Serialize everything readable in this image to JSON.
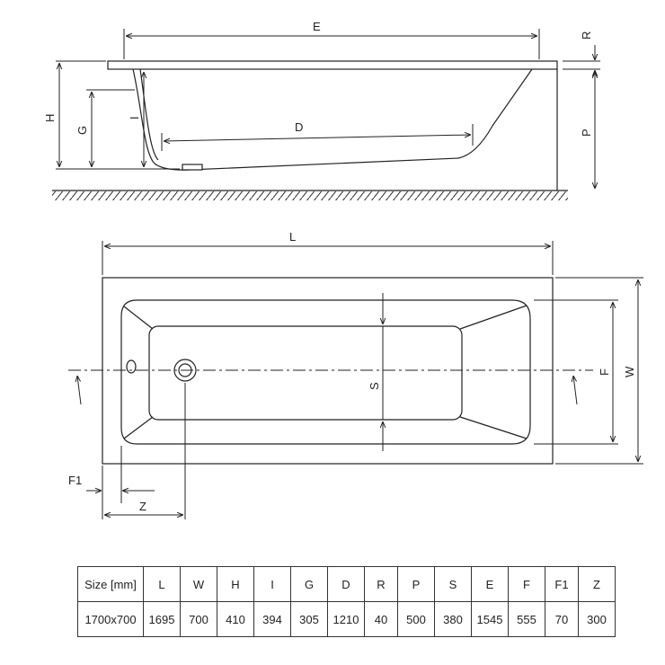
{
  "labels": {
    "E": "E",
    "R": "R",
    "H": "H",
    "G": "G",
    "I": "I",
    "D": "D",
    "P": "P",
    "L": "L",
    "S": "S",
    "F": "F",
    "W": "W",
    "F1": "F1",
    "Z": "Z"
  },
  "table": {
    "headers": [
      "Size [mm]",
      "L",
      "W",
      "H",
      "I",
      "G",
      "D",
      "R",
      "P",
      "S",
      "E",
      "F",
      "F1",
      "Z"
    ],
    "values": [
      "1700x700",
      "1695",
      "700",
      "410",
      "394",
      "305",
      "1210",
      "40",
      "500",
      "380",
      "1545",
      "555",
      "70",
      "300"
    ]
  }
}
